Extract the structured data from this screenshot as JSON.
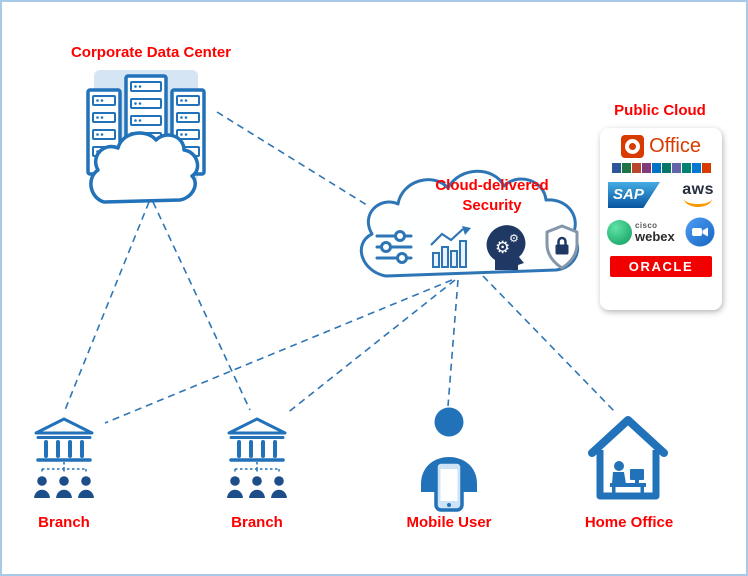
{
  "colors": {
    "label_red": "#FF0000",
    "diagram_blue": "#2272B9",
    "line_blue": "#2E75B6",
    "navy": "#203864",
    "office_orange": "#D83B01",
    "aws_orange": "#FF9900",
    "webex_green": "#169B62",
    "duo_blue": "#1A73E8",
    "oracle_red": "#F20000",
    "sap_blue": "#0A6ED1"
  },
  "datacenter": {
    "label": "Corporate Data Center"
  },
  "security_cloud": {
    "line1": "Cloud-delivered",
    "line2": "Security"
  },
  "public_cloud": {
    "title": "Public Cloud",
    "office": "Office",
    "sap": "SAP",
    "aws": "aws",
    "cisco": "cisco",
    "webex": "webex",
    "oracle": "ORACLE"
  },
  "nodes": {
    "branch1": "Branch",
    "branch2": "Branch",
    "mobile_user": "Mobile User",
    "home_office": "Home Office"
  }
}
